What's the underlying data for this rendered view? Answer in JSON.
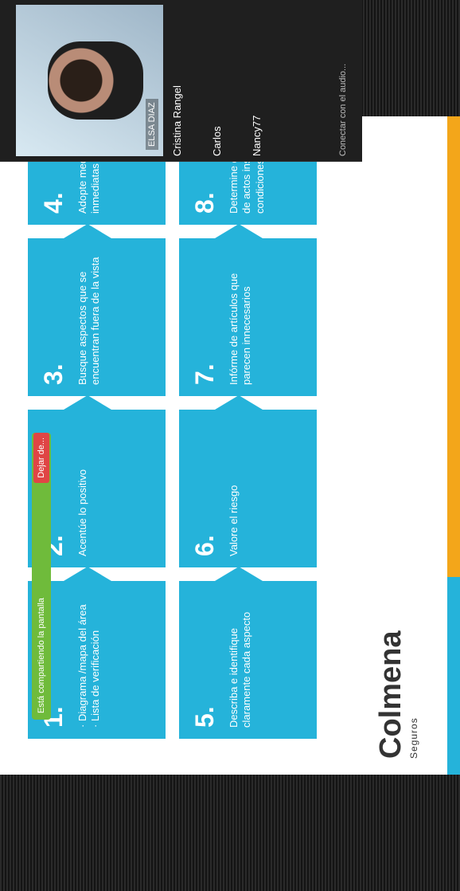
{
  "toolbar": {
    "share_text": "Está compartiendo la pantalla",
    "stop_text": "Dejar de..."
  },
  "participants": {
    "presenter_tag": "ELSA DIAZ",
    "tiles": [
      {
        "name": "Cristina Rangel"
      },
      {
        "name": "Carlos"
      },
      {
        "name": "Nancy77"
      }
    ],
    "footer": "Conectar con el audio..."
  },
  "slide": {
    "logo": "Colmena",
    "logo_sub": "Seguros",
    "steps": [
      {
        "num": "1.",
        "text": "· Diagrama /mapa del área\n· Lista de verificación"
      },
      {
        "num": "2.",
        "text": "Acentúe lo positivo"
      },
      {
        "num": "3.",
        "text": "Busque aspectos que se encuentran fuera de la vista"
      },
      {
        "num": "4.",
        "text": "Adopte medidas temporales inmediatas"
      },
      {
        "num": "5.",
        "text": "Describa e identifique claramente cada aspecto"
      },
      {
        "num": "6.",
        "text": "Valore el riesgo"
      },
      {
        "num": "7.",
        "text": "Infórme de artículos que parecen innecesarios"
      },
      {
        "num": "8.",
        "text": "Determine causas básicas de actos inseguros y condiciones peligrosas"
      }
    ]
  },
  "colors": {
    "accent": "#25b3da",
    "toolbar": "#6fbb3b",
    "stop": "#e04545",
    "bar_orange": "#f3a61a"
  }
}
